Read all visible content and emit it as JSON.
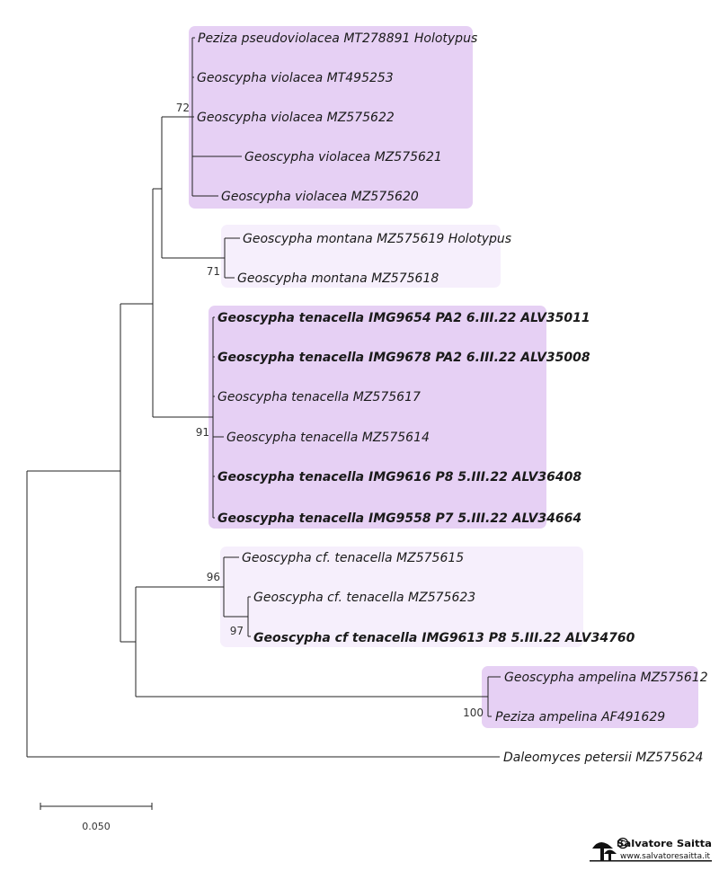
{
  "tree": {
    "clade_colors": {
      "dark": "#e6d0f4",
      "light": "#f6effc"
    },
    "taxa": [
      {
        "id": "t1",
        "label": "Peziza pseudoviolacea MT278891 Holotypus",
        "bold": false
      },
      {
        "id": "t2",
        "label": "Geoscypha violacea MT495253",
        "bold": false
      },
      {
        "id": "t3",
        "label": "Geoscypha violacea MZ575622",
        "bold": false
      },
      {
        "id": "t4",
        "label": "Geoscypha violacea MZ575621",
        "bold": false
      },
      {
        "id": "t5",
        "label": "Geoscypha violacea MZ575620",
        "bold": false
      },
      {
        "id": "t6",
        "label": "Geoscypha montana MZ575619 Holotypus",
        "bold": false
      },
      {
        "id": "t7",
        "label": "Geoscypha montana MZ575618",
        "bold": false
      },
      {
        "id": "t8",
        "label": "Geoscypha tenacella IMG9654 PA2 6.III.22 ALV35011",
        "bold": true
      },
      {
        "id": "t9",
        "label": "Geoscypha tenacella IMG9678 PA2 6.III.22 ALV35008",
        "bold": true
      },
      {
        "id": "t10",
        "label": "Geoscypha tenacella MZ575617",
        "bold": false
      },
      {
        "id": "t11",
        "label": "Geoscypha tenacella MZ575614",
        "bold": false
      },
      {
        "id": "t12",
        "label": "Geoscypha tenacella IMG9616 P8 5.III.22 ALV36408",
        "bold": true
      },
      {
        "id": "t13",
        "label": "Geoscypha tenacella IMG9558 P7 5.III.22 ALV34664",
        "bold": true
      },
      {
        "id": "t14",
        "label": "Geoscypha cf. tenacella MZ575615",
        "bold": false
      },
      {
        "id": "t15",
        "label": "Geoscypha cf. tenacella MZ575623",
        "bold": false
      },
      {
        "id": "t16",
        "label": "Geoscypha cf tenacella IMG9613 P8 5.III.22 ALV34760",
        "bold": true
      },
      {
        "id": "t17",
        "label": "Geoscypha ampelina MZ575612",
        "bold": false
      },
      {
        "id": "t18",
        "label": "Peziza ampelina AF491629",
        "bold": false
      },
      {
        "id": "t19",
        "label": "Daleomyces petersii MZ575624",
        "bold": false
      }
    ],
    "support_values": {
      "violacea_clade": "72",
      "montana_clade": "71",
      "tenacella_clade": "91",
      "cf_tenacella_clade": "96",
      "cf_tenacella_subclade": "97",
      "ampelina_clade": "100"
    },
    "scale_bar_label": "0.050"
  },
  "watermark": {
    "copyright": "© Salvatore Saitta",
    "url": "www.salvatoresaitta.it"
  }
}
